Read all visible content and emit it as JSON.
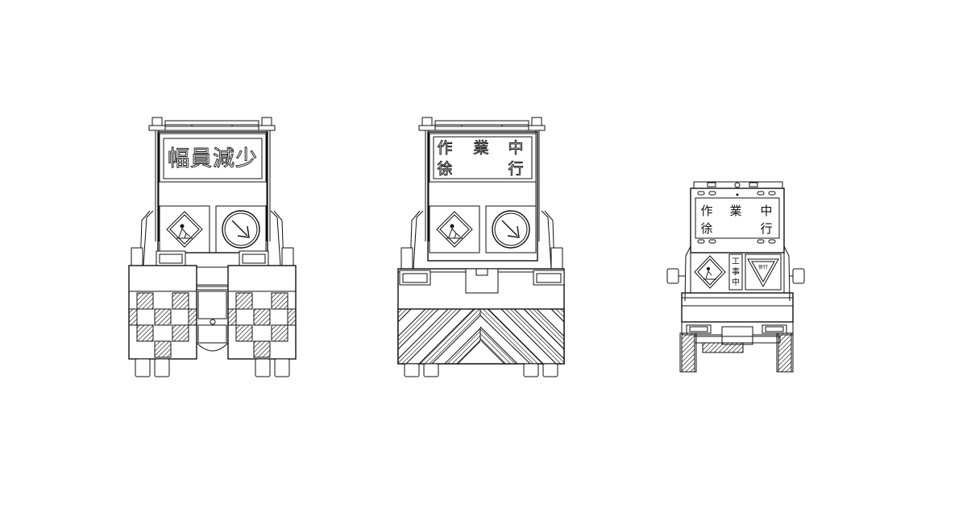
{
  "drawing": {
    "views": [
      {
        "id": "truck-left",
        "sign_text": "幅員減少"
      },
      {
        "id": "truck-center",
        "sign_rows": [
          [
            "作",
            "業",
            "中"
          ],
          [
            "徐",
            "",
            "行"
          ]
        ]
      },
      {
        "id": "truck-small-right",
        "sign_rows": [
          [
            "作",
            "業",
            "中"
          ],
          [
            "徐",
            "",
            "行"
          ]
        ],
        "vertical_label": [
          "工",
          "事",
          "中"
        ],
        "yield_label": "徐行"
      }
    ],
    "colors": {
      "line": "#111111",
      "background": "#ffffff"
    },
    "icons": [
      "road-work-diamond-icon",
      "keep-left-arrow-icon",
      "yield-triangle-icon",
      "beacon-lamp-icon"
    ]
  }
}
